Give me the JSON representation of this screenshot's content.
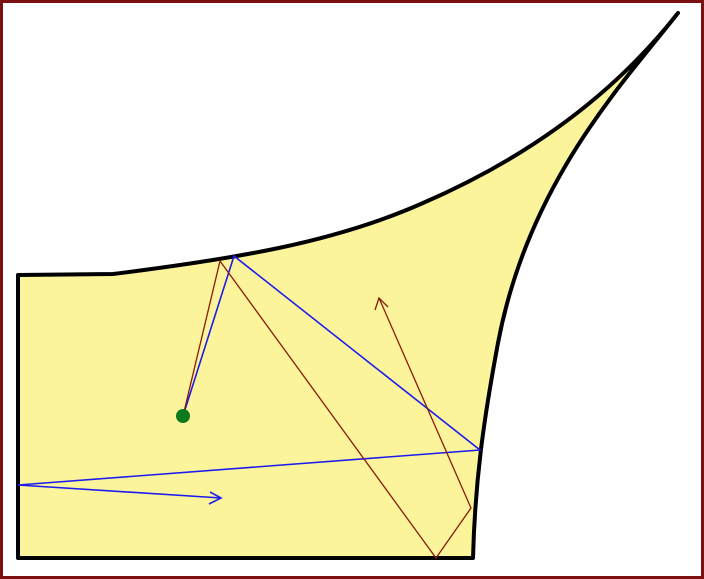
{
  "colors": {
    "border": "#7a1010",
    "background": "#ffffff",
    "region_fill": "#fcf49a",
    "region_outline": "#000000",
    "ray_blue": "#1c1cf0",
    "ray_red": "#8b1a0a",
    "source_point": "#0c7a1c"
  },
  "diagram": {
    "region": "yellow-billiard-region",
    "rays": [
      "blue-ray",
      "red-ray"
    ],
    "source": "green-source-dot"
  }
}
